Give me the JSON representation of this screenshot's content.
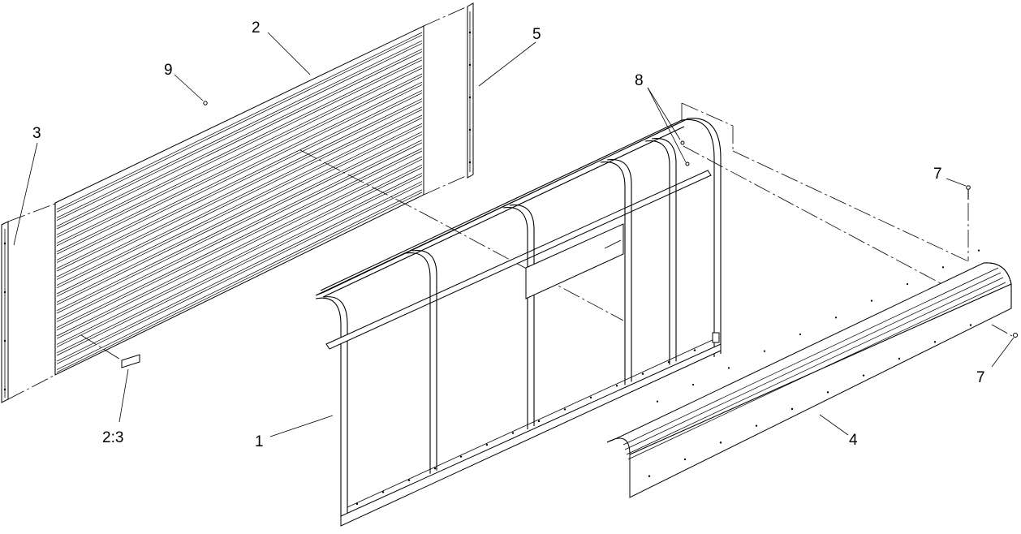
{
  "diagram": {
    "callouts": {
      "c1": "1",
      "c2": "2",
      "c2_3": "2:3",
      "c3": "3",
      "c4": "4",
      "c5": "5",
      "c7a": "7",
      "c7b": "7",
      "c8": "8",
      "c9": "9"
    },
    "colors": {
      "line": "#000000",
      "background": "#ffffff"
    }
  }
}
